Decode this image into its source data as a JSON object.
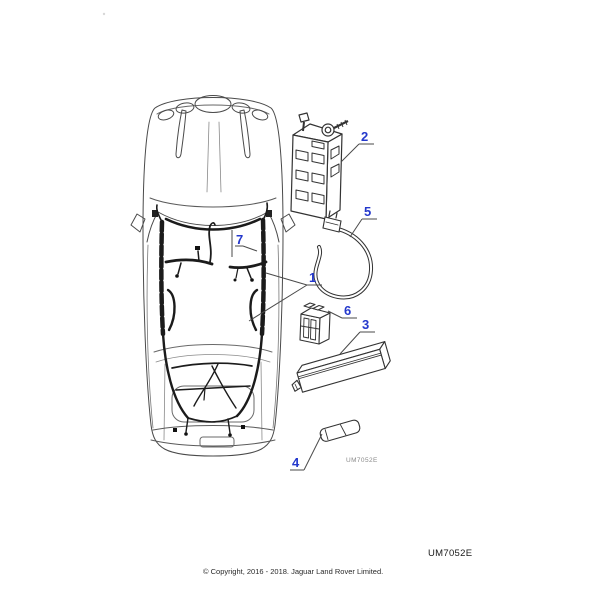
{
  "diagram": {
    "drawing_code": "UM7052E",
    "callouts": [
      {
        "label": "1"
      },
      {
        "label": "2"
      },
      {
        "label": "3"
      },
      {
        "label": "4"
      },
      {
        "label": "5"
      },
      {
        "label": "6"
      },
      {
        "label": "7"
      }
    ]
  },
  "footer": {
    "drawing_code": "UM7052E",
    "copyright": "© Copyright, 2016 - 2018. Jaguar Land Rover Limited."
  },
  "colors": {
    "callout_blue": "#2438cc",
    "line_dark": "#333333"
  }
}
